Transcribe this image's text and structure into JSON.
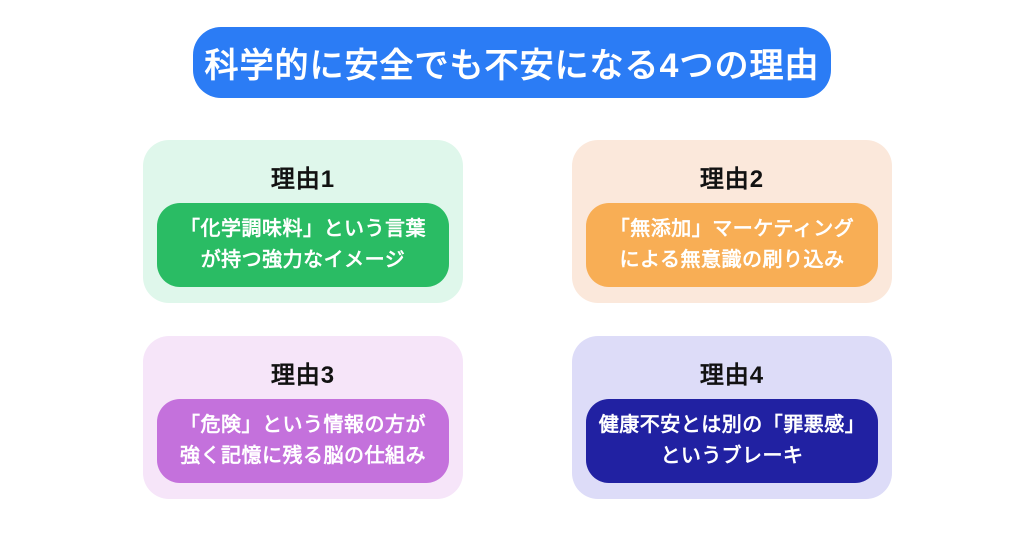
{
  "background": "#ffffff",
  "title": {
    "text": "科学的に安全でも不安になる4つの理由",
    "bg": "#2b7cf5",
    "color": "#ffffff"
  },
  "cards": [
    {
      "label": "理由1",
      "line1": "「化学調味料」という言葉",
      "line2": "が持つ強力なイメージ",
      "card_bg": "#dff7eb",
      "box_bg": "#2abc64",
      "box_color": "#ffffff"
    },
    {
      "label": "理由2",
      "line1": "「無添加」マーケティング",
      "line2": "による無意識の刷り込み",
      "card_bg": "#fbe8db",
      "box_bg": "#f8ae55",
      "box_color": "#ffffff"
    },
    {
      "label": "理由3",
      "line1": "「危険」という情報の方が",
      "line2": "強く記憶に残る脳の仕組み",
      "card_bg": "#f6e5f9",
      "box_bg": "#c471dc",
      "box_color": "#ffffff"
    },
    {
      "label": "理由4",
      "line1": "健康不安とは別の「罪悪感」",
      "line2": "というブレーキ",
      "card_bg": "#dddcf8",
      "box_bg": "#2121a2",
      "box_color": "#ffffff"
    }
  ]
}
